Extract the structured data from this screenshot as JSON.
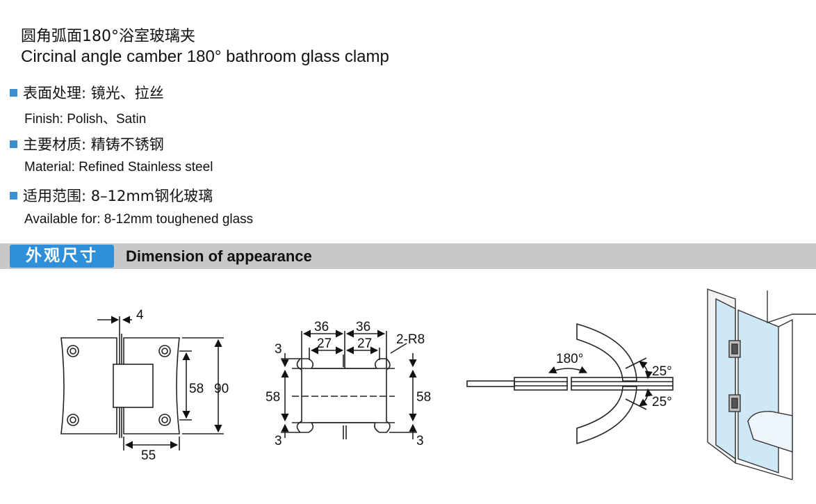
{
  "title": {
    "cn": "圆角弧面180°浴室玻璃夹",
    "en": "Circinal angle camber 180° bathroom glass clamp"
  },
  "specs": [
    {
      "cn": "表面处理: 镜光、拉丝",
      "en": "Finish: Polish、Satin"
    },
    {
      "cn": "主要材质: 精铸不锈钢",
      "en": "Material: Refined Stainless steel"
    },
    {
      "cn": "适用范围: 8–12mm钢化玻璃",
      "en": "Available for: 8-12mm toughened glass"
    }
  ],
  "section": {
    "tag": "外观尺寸",
    "title": "Dimension of appearance"
  },
  "colors": {
    "accent": "#2f8fd8",
    "bar": "#c8c8c8",
    "glass": "#cfe8f5"
  },
  "dims": {
    "d4": "4",
    "d58": "58",
    "d90": "90",
    "d55": "55",
    "d36a": "36",
    "d36b": "36",
    "d27a": "27",
    "d27b": "27",
    "r8": "2-R8",
    "d3a": "3",
    "d3b": "3",
    "d3c": "3",
    "d58l": "58",
    "d58r": "58",
    "a180": "180°",
    "a25a": "25°",
    "a25b": "25°"
  }
}
